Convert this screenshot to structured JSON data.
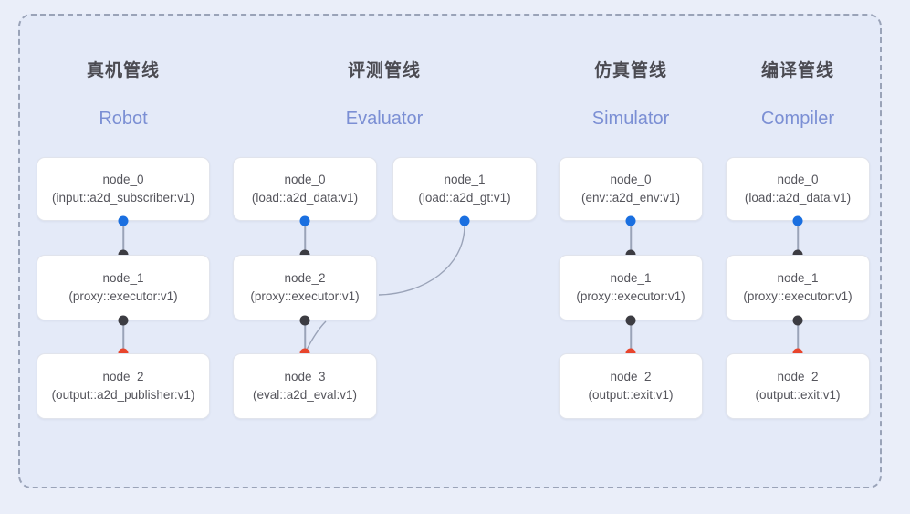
{
  "frame": {
    "background_color": "#e4eaf8",
    "outer_background_color": "#eaeef9",
    "border_color": "#9aa3b8",
    "border_style": "dashed"
  },
  "palette": {
    "title_color": "#4b4b52",
    "subtitle_color": "#7b8fd4",
    "node_text_color": "#55555c",
    "node_background": "#ffffff",
    "node_border": "#e1e4ec",
    "dot_input": "#1a6fe0",
    "dot_middle": "#3c3c42",
    "dot_output": "#e8452c",
    "edge_color": "#9aa3b8"
  },
  "columns": [
    {
      "title_cn": "真机管线",
      "title_en": "Robot",
      "nodes": [
        {
          "name": "node_0",
          "type": "(input::a2d_subscriber:v1)"
        },
        {
          "name": "node_1",
          "type": "(proxy::executor:v1)"
        },
        {
          "name": "node_2",
          "type": "(output::a2d_publisher:v1)"
        }
      ]
    },
    {
      "title_cn": "评测管线",
      "title_en": "Evaluator",
      "nodes": [
        {
          "name": "node_0",
          "type": "(load::a2d_data:v1)"
        },
        {
          "name": "node_1",
          "type": "(load::a2d_gt:v1)"
        },
        {
          "name": "node_2",
          "type": "(proxy::executor:v1)"
        },
        {
          "name": "node_3",
          "type": "(eval::a2d_eval:v1)"
        }
      ]
    },
    {
      "title_cn": "仿真管线",
      "title_en": "Simulator",
      "nodes": [
        {
          "name": "node_0",
          "type": "(env::a2d_env:v1)"
        },
        {
          "name": "node_1",
          "type": "(proxy::executor:v1)"
        },
        {
          "name": "node_2",
          "type": "(output::exit:v1)"
        }
      ]
    },
    {
      "title_cn": "编译管线",
      "title_en": "Compiler",
      "nodes": [
        {
          "name": "node_0",
          "type": "(load::a2d_data:v1)"
        },
        {
          "name": "node_1",
          "type": "(proxy::executor:v1)"
        },
        {
          "name": "node_2",
          "type": "(output::exit:v1)"
        }
      ]
    }
  ]
}
